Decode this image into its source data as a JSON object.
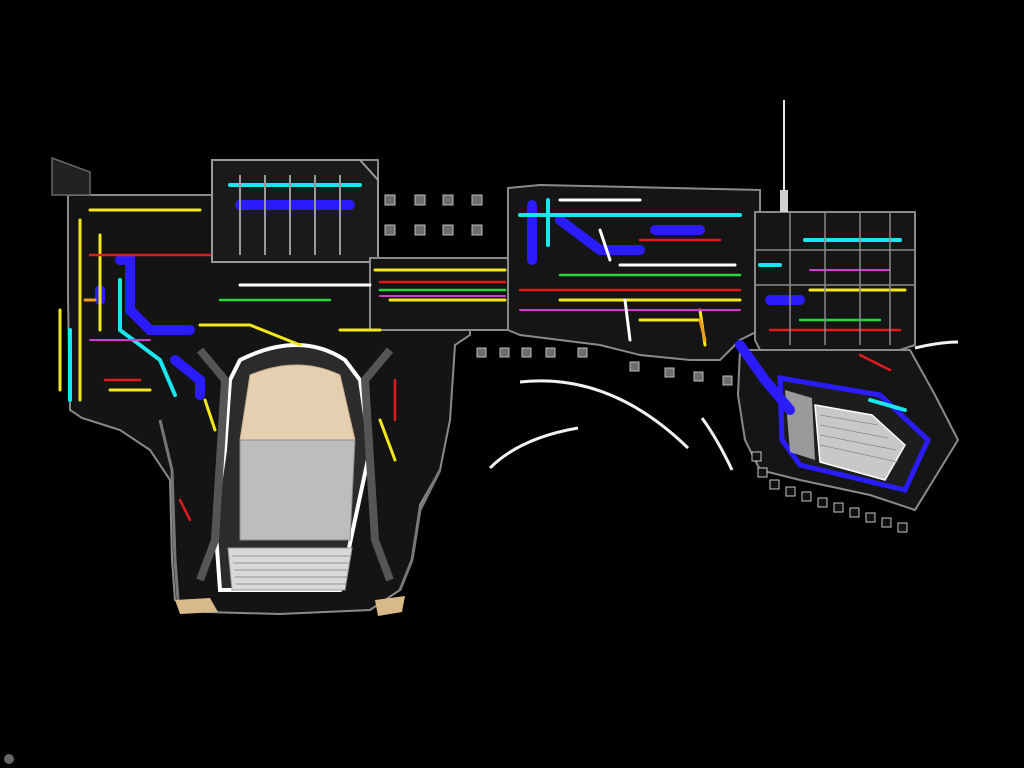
{
  "diagram": {
    "type": "BIM MEP coordination floor plan",
    "background": "#000000",
    "colors": {
      "wall_fill": "#1f1f1f",
      "wall_outline": "#8a8a8a",
      "structure_white": "#ffffff",
      "seating_gray": "#bdbdbd",
      "stage_floor": "#e6cfb0",
      "duct_blue": "#2a1cff",
      "cyan_pipe": "#19e6ee",
      "yellow_pipe": "#f2e81a",
      "red_pipe": "#e21b1b",
      "green_pipe": "#27d83a",
      "magenta_pipe": "#d23ad6",
      "orange_pipe": "#f29a1a",
      "white_pipe": "#ffffff",
      "wood": "#d8b98a"
    },
    "zones": [
      "main-hall-block",
      "upper-tower-block",
      "connector-corridor",
      "center-block",
      "east-block",
      "small-hall-block"
    ]
  },
  "badge": {
    "icon": "logo-dot-icon",
    "text_line1": "",
    "text_line2": ""
  }
}
